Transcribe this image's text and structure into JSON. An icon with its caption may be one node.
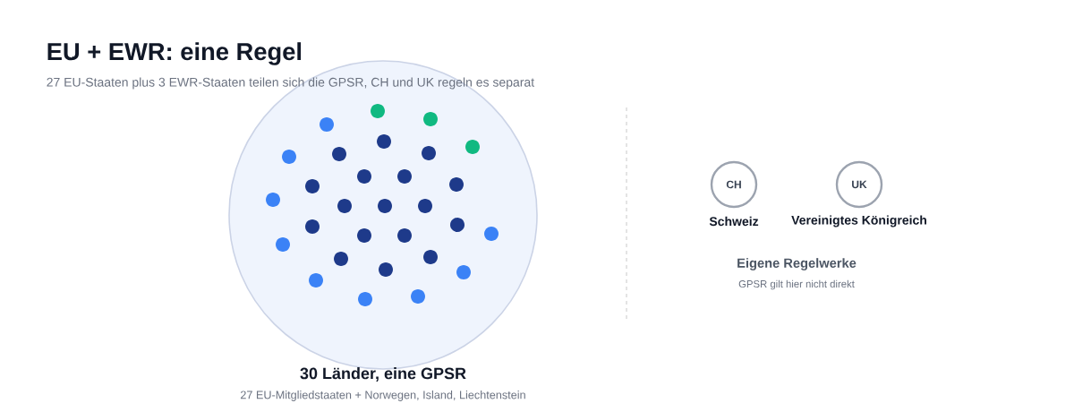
{
  "diagram": {
    "title": "EU + EWR: eine Regel",
    "nodes": [
      {
        "text": [
          "30 Länder, eine GPSR",
          "27 EU-Mitgliedstaaten + Norwegen, Island, Liechtenstein"
        ]
      },
      {
        "text": [
          "CH"
        ],
        "beside": [
          "Schweiz"
        ]
      },
      {
        "text": [
          "UK"
        ],
        "beside": [
          "Vereinigtes Königreich"
        ]
      }
    ],
    "edges": [],
    "labels": [
      "27 EU-Staaten plus 3 EWR-Staaten teilen sich die GPSR, CH und UK regeln es separat",
      "Eigene Regelwerke",
      "GPSR gilt hier nicht direkt"
    ]
  }
}
